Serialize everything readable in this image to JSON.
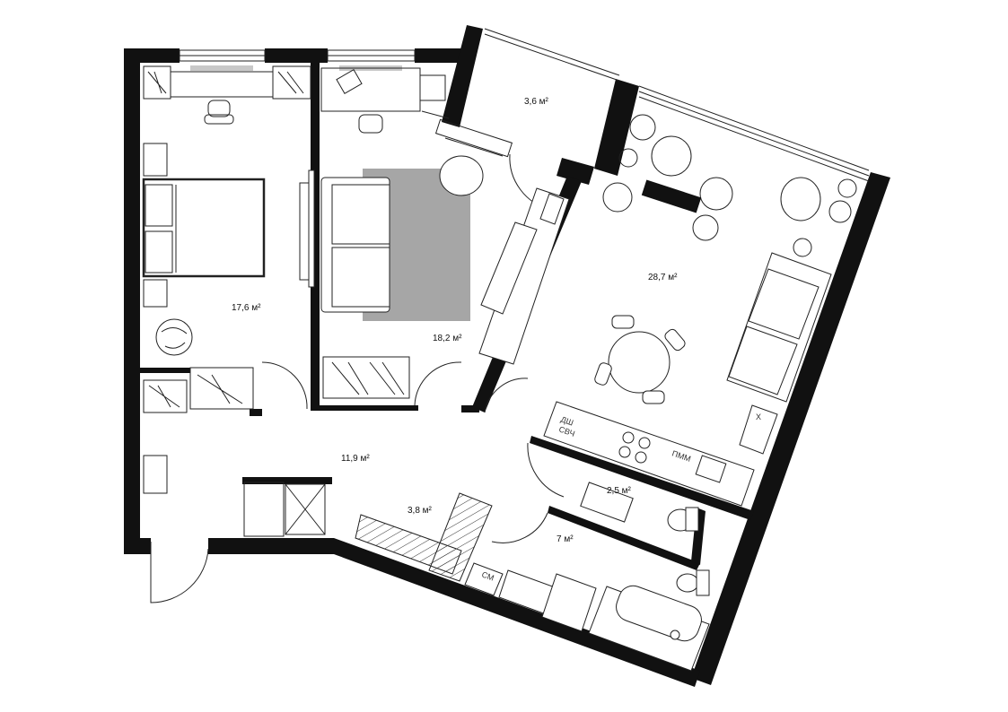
{
  "rooms": [
    {
      "id": "bedroom",
      "area": "17,6 м²"
    },
    {
      "id": "living",
      "area": "18,2 м²"
    },
    {
      "id": "balcony",
      "area": "3,6 м²"
    },
    {
      "id": "kitchen",
      "area": "28,7 м²"
    },
    {
      "id": "hall",
      "area": "11,9 м²"
    },
    {
      "id": "closet",
      "area": "3,8 м²"
    },
    {
      "id": "wc",
      "area": "2,5 м²"
    },
    {
      "id": "bathroom",
      "area": "7 м²"
    }
  ],
  "appliances": {
    "dishwasher": "ДШ",
    "microwave": "СВЧ",
    "disposer": "ПММ",
    "washer": "СМ",
    "fridge": "Х"
  },
  "colors": {
    "wall": "#111111",
    "rug": "#a6a6a6",
    "line": "#222222",
    "window_strip": "#c8c8c8"
  }
}
